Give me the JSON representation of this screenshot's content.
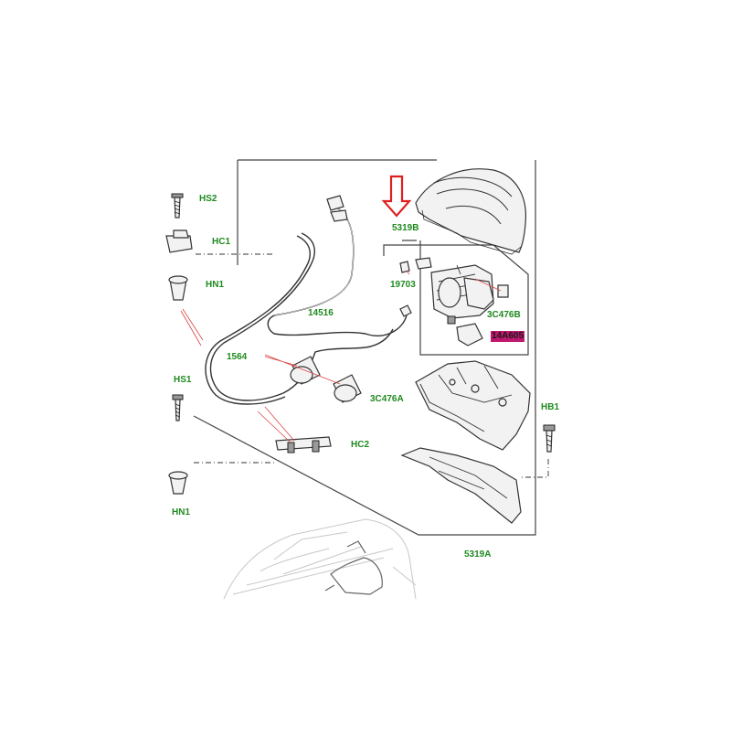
{
  "labels": {
    "hs2": "HS2",
    "hc1": "HC1",
    "hn1_top": "HN1",
    "hs1": "HS1",
    "hn1_bottom": "HN1",
    "hc2": "HC2",
    "hb1": "HB1",
    "p14516": "14516",
    "p1564": "1564",
    "p3c476a": "3C476A",
    "p5319b": "5319B",
    "p19703": "19703",
    "p3c476b": "3C476B",
    "p14a605": "14A605",
    "p5319a": "5319A"
  },
  "colors": {
    "label_text": "#1f8a1f",
    "highlight_arrow": "#e02020",
    "highlight_label_bg": "#c0176f",
    "leader_lines": "#d44444",
    "outline": "#444444"
  }
}
